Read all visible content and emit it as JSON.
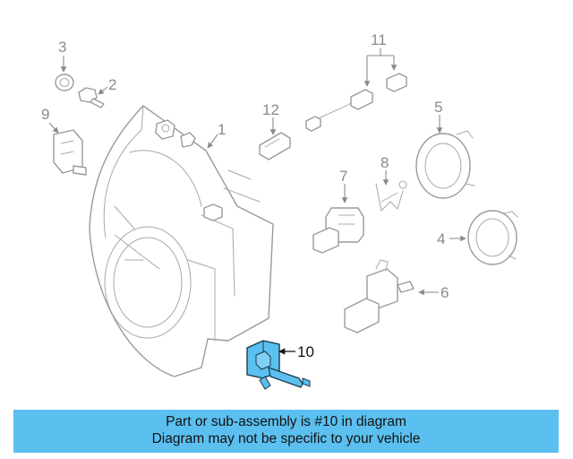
{
  "callouts": {
    "c1": "1",
    "c2": "2",
    "c3": "3",
    "c4": "4",
    "c5": "5",
    "c6": "6",
    "c7": "7",
    "c8": "8",
    "c9": "9",
    "c10": "10",
    "c11": "11",
    "c12": "12"
  },
  "highlight_color": "#5bc0f0",
  "banner": {
    "line1": "Part or sub-assembly is #10 in diagram",
    "line2": "Diagram may not be specific to your vehicle"
  }
}
